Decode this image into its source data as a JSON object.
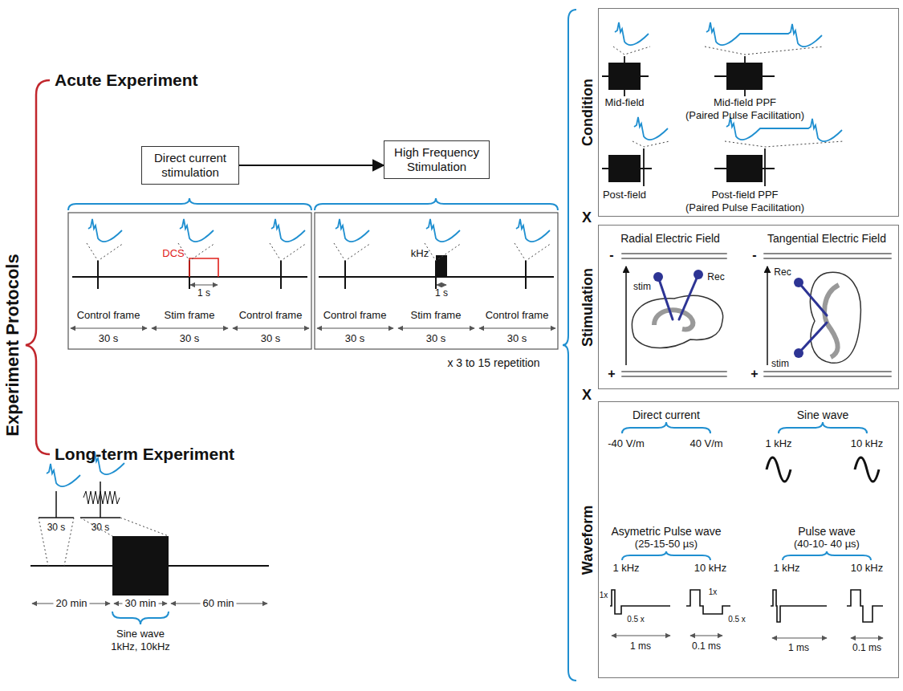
{
  "diagram": {
    "nodes": [
      {
        "text": [
          "Direct current stimulation"
        ]
      },
      {
        "text": [
          "High Frequency Stimulation"
        ]
      },
      {
        "text": [
          "Condition"
        ]
      },
      {
        "text": [
          "Stimulation"
        ]
      },
      {
        "text": [
          "Waveform"
        ]
      }
    ],
    "edges": [
      {
        "from": 0,
        "to": 1,
        "arrow": "to"
      }
    ],
    "labels": [
      "Experiment Protocols",
      "Acute Experiment",
      "Long-term Experiment",
      "DCS",
      "1 s",
      "Control frame",
      "30 s",
      "Stim frame",
      "30 s",
      "Control frame",
      "30 s",
      "kHz",
      "1 s",
      "Control frame",
      "30 s",
      "Stim frame",
      "30 s",
      "Control frame",
      "30 s",
      "x 3 to 15 repetition",
      "30 s",
      "30 s",
      "20 min",
      "30 min",
      "60 min",
      "Sine wave",
      "1kHz, 10kHz",
      "X",
      "X",
      "Mid-field",
      "Mid-field PPF",
      "(Paired Pulse Facilitation)",
      "Post-field",
      "Post-field PPF",
      "(Paired Pulse Facilitation)",
      "Radial Electric Field",
      "Tangential Electric Field",
      "-",
      "stim",
      "Rec",
      "+",
      "-",
      "Rec",
      "stim",
      "+",
      "Direct current",
      "-40 V/m",
      "40 V/m",
      "Sine wave",
      "1 kHz",
      "10 kHz",
      "Asymetric Pulse wave",
      "(25-15-50 µs)",
      "1 kHz",
      "10 kHz",
      "1x",
      "0.5 x",
      "1 ms",
      "1x",
      "0.5 x",
      "0.1 ms",
      "Pulse wave",
      "(40-10- 40 µs)",
      "1 kHz",
      "10 kHz",
      "1 ms",
      "0.1 ms"
    ]
  }
}
